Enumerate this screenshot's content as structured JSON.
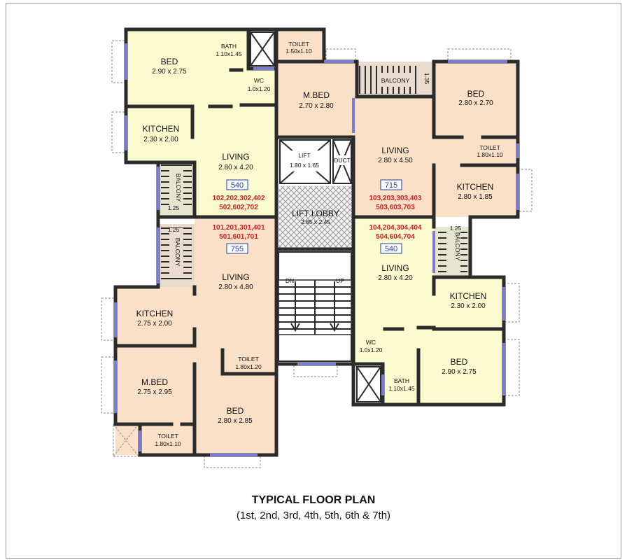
{
  "rooms": {
    "nw_bed": {
      "name": "BED",
      "size": "2.90 x 2.75"
    },
    "nw_bath": {
      "name": "BATH",
      "size": "1.10x1.45"
    },
    "nw_wc": {
      "name": "WC",
      "size": "1.0x1.20"
    },
    "nw_kitchen": {
      "name": "KITCHEN",
      "size": "2.30 x 2.00"
    },
    "nw_living": {
      "name": "LIVING",
      "size": "2.80 x 4.20"
    },
    "nw_balcony": {
      "name": "BALCONY",
      "size": "1.25"
    },
    "n_toilet": {
      "name": "TOILET",
      "size": "1.50x1.10"
    },
    "ne_mbed": {
      "name": "M.BED",
      "size": "2.70 x 2.80"
    },
    "ne_balcony": {
      "name": "BALCONY",
      "size": "1.35"
    },
    "ne_bed": {
      "name": "BED",
      "size": "2.80 x 2.70"
    },
    "ne_toilet": {
      "name": "TOILET",
      "size": "1.80x1.10"
    },
    "ne_living": {
      "name": "LIVING",
      "size": "2.80 x 4.50"
    },
    "ne_kitchen": {
      "name": "KITCHEN",
      "size": "2.80 x 1.85"
    },
    "lift": {
      "name": "LIFT",
      "size": "1.80 x 1.65"
    },
    "duct": {
      "name": "DUCT"
    },
    "lift_lobby": {
      "name": "LIFT LOBBY",
      "size": "2.85 x 2.45"
    },
    "sw_balcony": {
      "name": "BALCONY",
      "size": "1.25"
    },
    "sw_living": {
      "name": "LIVING",
      "size": "2.80 x 4.80"
    },
    "sw_kitchen": {
      "name": "KITCHEN",
      "size": "2.75 x 2.00"
    },
    "sw_mbed": {
      "name": "M.BED",
      "size": "2.75 x 2.95"
    },
    "sw_toilet_a": {
      "name": "TOILET",
      "size": "1.80x1.20"
    },
    "sw_toilet_b": {
      "name": "TOILET",
      "size": "1.80x1.10"
    },
    "sw_bed": {
      "name": "BED",
      "size": "2.80 x 2.85"
    },
    "se_balcony": {
      "name": "BALCONY",
      "size": "1.25"
    },
    "se_living": {
      "name": "LIVING",
      "size": "2.80 x 4.20"
    },
    "se_kitchen": {
      "name": "KITCHEN",
      "size": "2.30 x 2.00"
    },
    "se_wc": {
      "name": "WC",
      "size": "1.0x1.20"
    },
    "se_bath": {
      "name": "BATH",
      "size": "1.10x1.45"
    },
    "se_bed": {
      "name": "BED",
      "size": "2.90 x 2.75"
    }
  },
  "stairs": {
    "down": "DN",
    "up": "UP"
  },
  "flats": {
    "nw": {
      "area": "540",
      "line1": "102,202,302,402",
      "line2": "502,602,702"
    },
    "ne": {
      "area": "715",
      "line1": "103,203,303,403",
      "line2": "503,603,703"
    },
    "sw": {
      "area": "755",
      "line1": "101,201,301,401",
      "line2": "501,601,701"
    },
    "se": {
      "area": "540",
      "line1": "104,204,304,404",
      "line2": "504,604,704"
    }
  },
  "caption": {
    "title": "TYPICAL FLOOR PLAN",
    "subtitle": "(1st, 2nd, 3rd, 4th, 5th, 6th & 7th)"
  },
  "colors": {
    "yellow": "#fbfbd0",
    "peach": "#fbe0c8",
    "window": "#7b7bd6",
    "flat_numbers": "#d11f1f",
    "area_box": "#1f3fa0"
  }
}
